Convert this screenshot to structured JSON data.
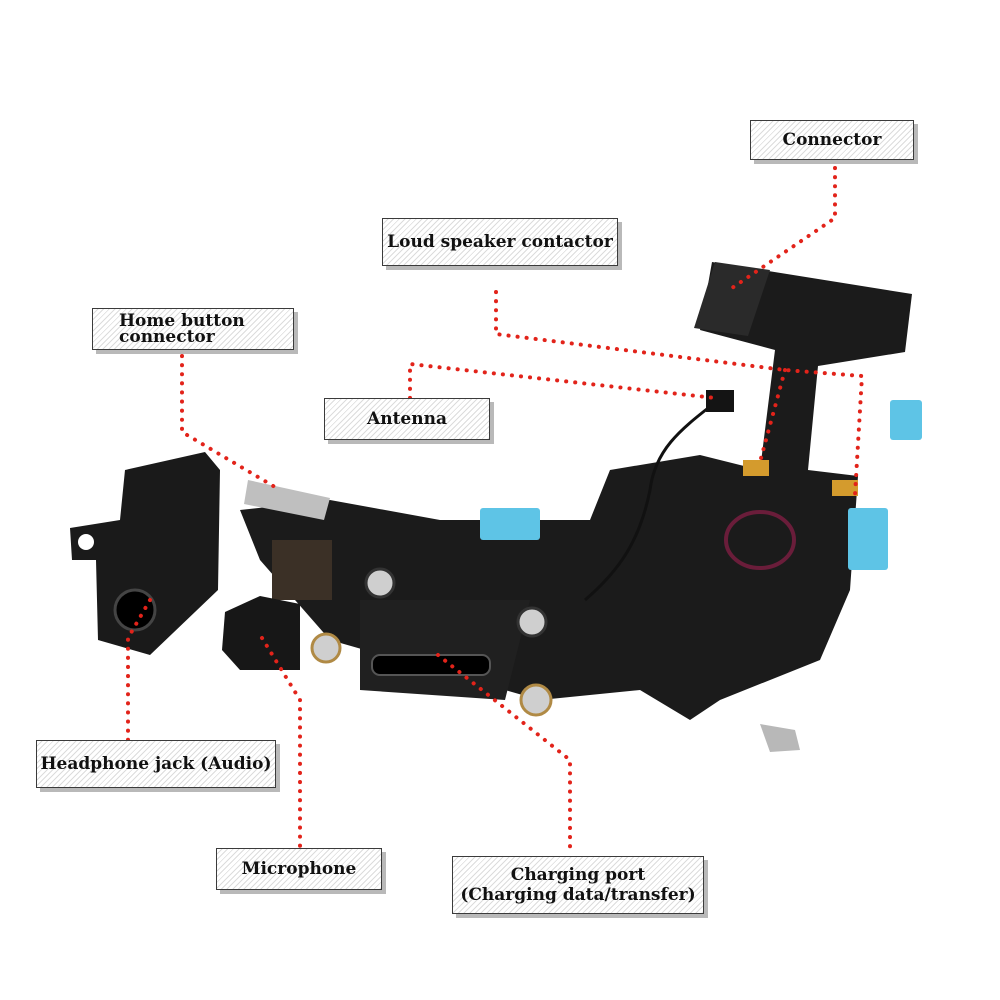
{
  "colors": {
    "leader_line": "#e2231a",
    "flex_cable": "#1b1b1b",
    "tab": "#5ec4e6",
    "contact": "#d49b2d"
  },
  "labels": {
    "connector": "Connector",
    "loud_speaker_contactor": "Loud speaker contactor",
    "home_button_line1": "Home button",
    "home_button_line2": "connector",
    "antenna": "Antenna",
    "headphone_jack": "Headphone jack (Audio)",
    "microphone": "Microphone",
    "charging_port_line1": "Charging port",
    "charging_port_line2": "(Charging data/transfer)"
  }
}
